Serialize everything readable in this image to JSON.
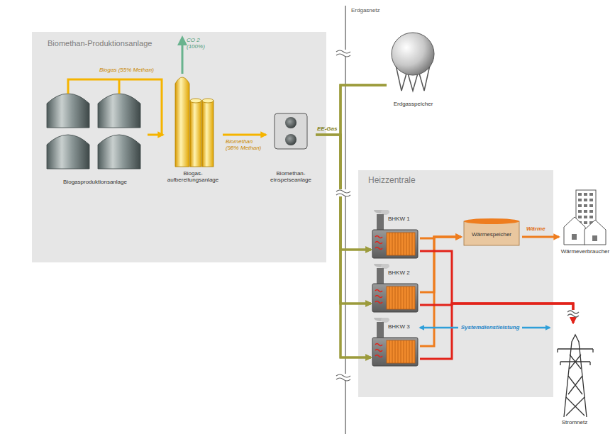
{
  "diagram": {
    "nodes": [
      {
        "text": [
          "Biomethan-Produktionsanlage"
        ]
      },
      {
        "text": [
          "Biogasproduktionsanlage"
        ],
        "in": 0
      },
      {
        "text": [
          "Biogas- aufbereitungsanlage"
        ],
        "in": 0
      },
      {
        "text": [
          "Biomethan- einspeiseanlage"
        ],
        "in": 0
      },
      {
        "text": [
          "Erdgasspeicher"
        ]
      },
      {
        "text": [
          "Heizzentrale"
        ]
      },
      {
        "text": [
          "BHKW 1"
        ],
        "in": 5
      },
      {
        "text": [
          "BHKW 2"
        ],
        "in": 5
      },
      {
        "text": [
          "BHKW 3"
        ],
        "in": 5
      },
      {
        "text": [
          "Wärmespeicher"
        ],
        "in": 5
      },
      {
        "text": [
          "Wärmeverbraucher"
        ]
      },
      {
        "text": [
          "Stromnetz"
        ]
      }
    ],
    "edges": [
      {
        "from": 1,
        "to": 2,
        "arrow": "to",
        "label": "Biogas (55% Methan)"
      },
      {
        "from": 2,
        "to": 3,
        "arrow": "to",
        "label": "Biomethan (98% Methan)"
      },
      {
        "from": 3,
        "to": 6,
        "arrow": "to",
        "label": "EE-Gas"
      },
      {
        "from": 3,
        "to": 7,
        "arrow": "to"
      },
      {
        "from": 3,
        "to": 8,
        "arrow": "to"
      },
      {
        "from": 4,
        "to": 6,
        "arrow": "to"
      },
      {
        "from": 4,
        "to": 7,
        "arrow": "to"
      },
      {
        "from": 4,
        "to": 8,
        "arrow": "to"
      },
      {
        "from": 6,
        "to": 9,
        "arrow": "to"
      },
      {
        "from": 7,
        "to": 9,
        "arrow": "to"
      },
      {
        "from": 8,
        "to": 9,
        "arrow": "to"
      },
      {
        "from": 9,
        "to": 10,
        "arrow": "to",
        "label": "Wärme"
      },
      {
        "from": 6,
        "to": 11,
        "arrow": "to"
      },
      {
        "from": 7,
        "to": 11,
        "arrow": "to"
      },
      {
        "from": 8,
        "to": 11,
        "arrow": "to"
      },
      {
        "from": 8,
        "to": 11,
        "arrow": "both",
        "label": "Systemdienstleistung"
      }
    ],
    "labels": [
      "Erdgasnetz",
      "CO 2 (100%)"
    ]
  }
}
